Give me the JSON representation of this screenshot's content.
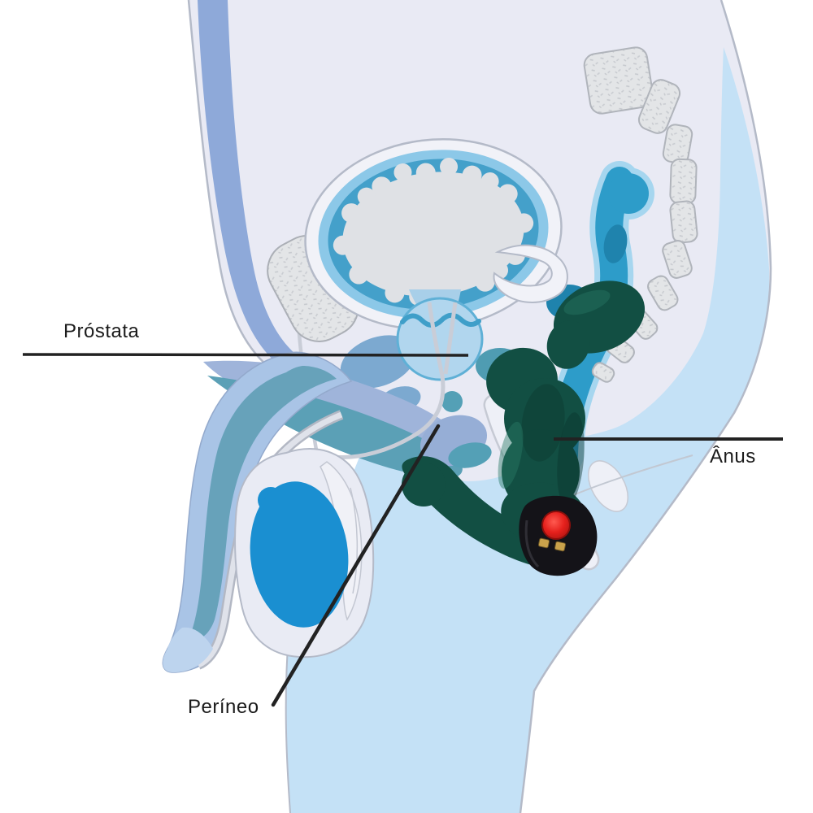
{
  "diagram": {
    "kind": "male-pelvis-cross-section-with-prostate-massager",
    "labels": {
      "prostata": "Próstata",
      "anus": "Ânus",
      "perineo": "Períneo"
    },
    "colors": {
      "background": "#ffffff",
      "body": "#e9eaf4",
      "skin_band": "#c4e1f6",
      "outline": "#b4bac8",
      "abdominal_muscle": "#8ea9d9",
      "bone": "#e3e5e7",
      "bladder_ring_light": "#8cc8e8",
      "bladder_ring": "#44a0ca",
      "bladder_interior": "#dfe1e5",
      "prostate": "#b1d6ee",
      "rectum": "#2d9cc9",
      "rectum_halo": "#a6d6ef",
      "rectum_deep": "#1f83ad",
      "muscle_blue": "#7ca9d0",
      "muscle_periwinkle": "#9fb4da",
      "muscle_teal": "#5ba0b6",
      "penis_outer": "#a9c4e6",
      "penis_inner": "#67a2ba",
      "glans": "#bdd4ee",
      "testicle": "#1a8fd1",
      "scrotum": "#e9ebf4",
      "device_body": "#124f43",
      "device_base": "#141318",
      "device_button": "#e5201c",
      "device_pins": "#c9a24b",
      "label_text": "#1b1b1b",
      "label_line": "#222222"
    }
  }
}
